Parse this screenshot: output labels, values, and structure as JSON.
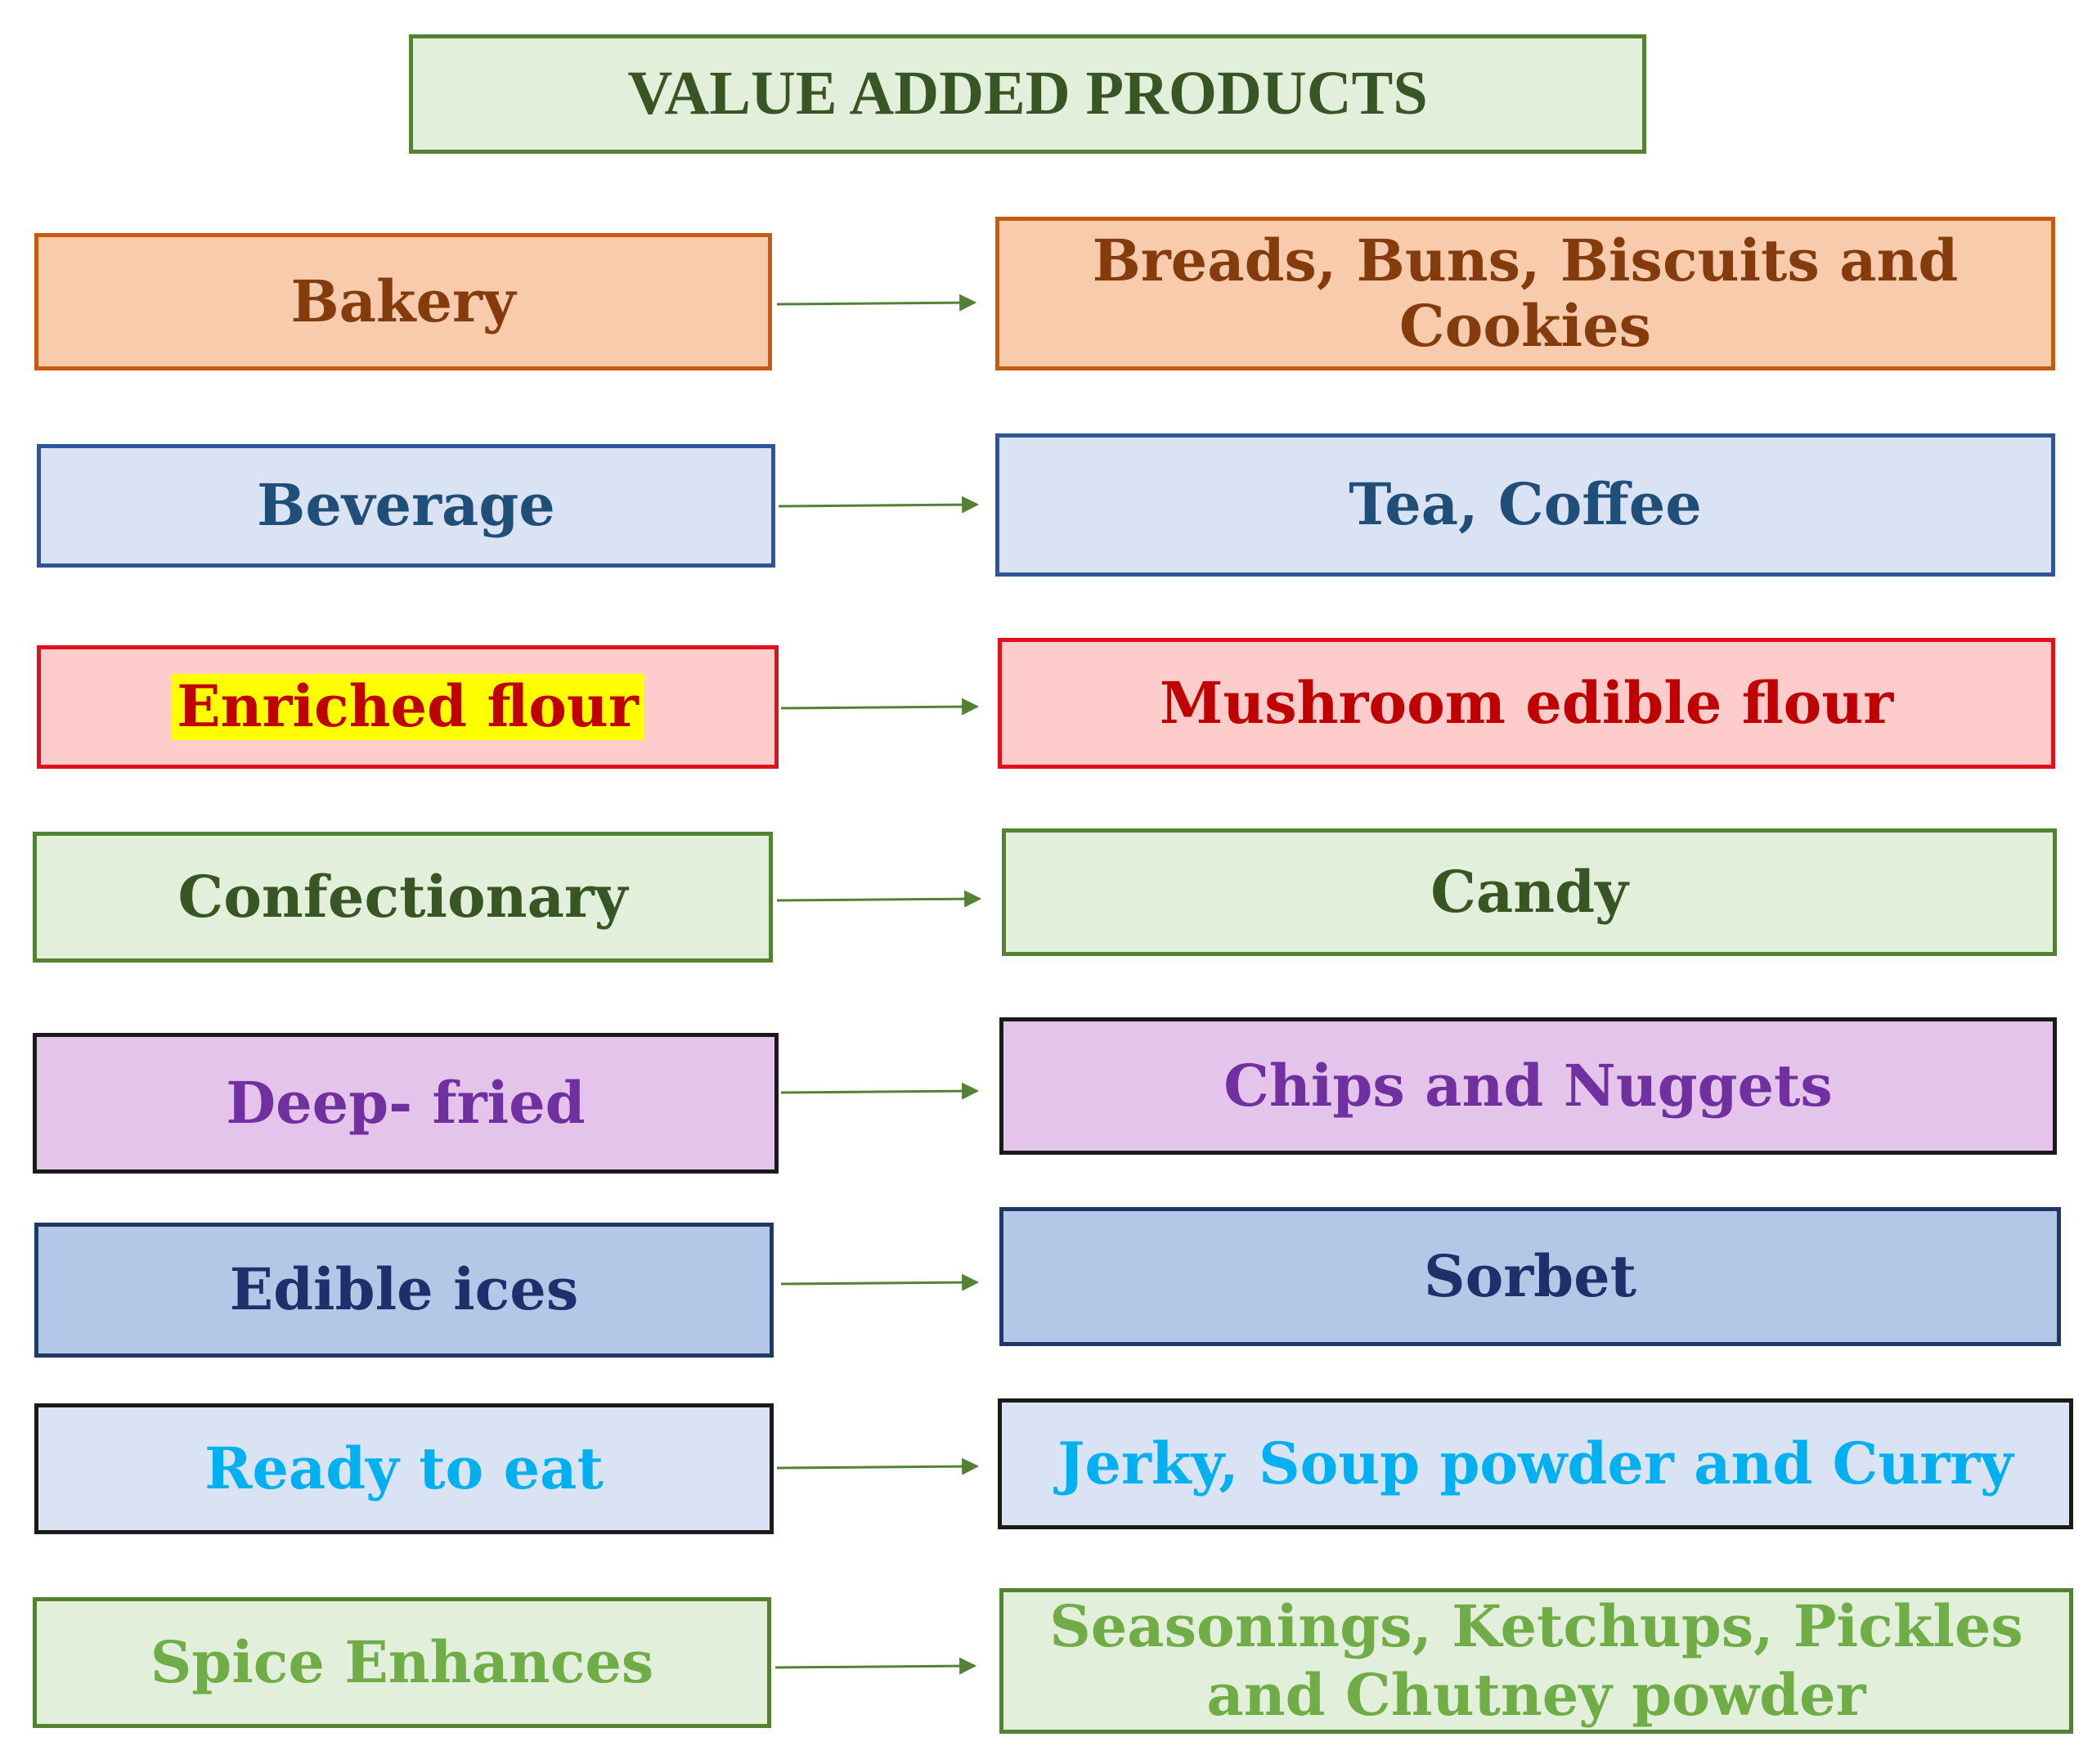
{
  "title": "VALUE ADDED PRODUCTS",
  "rows": [
    {
      "category": "Bakery",
      "products": "Breads, Buns, Biscuits  and Cookies",
      "fill": "#f8cbad",
      "border": "#c55a11",
      "text": "#843c0c"
    },
    {
      "category": "Beverage",
      "products": "Tea, Coffee",
      "fill": "#dae3f3",
      "border": "#2f5597",
      "text": "#1f4e79"
    },
    {
      "category": "Enriched flour",
      "products": "Mushroom edible flour",
      "fill": "#ffcccc",
      "border": "#e0101c",
      "text": "#c00000",
      "highlight": "#ffff00"
    },
    {
      "category": "Confectionary",
      "products": "Candy",
      "fill": "#e2efda",
      "border": "#548235",
      "text": "#375623"
    },
    {
      "category": "Deep- fried",
      "products": "Chips and Nuggets",
      "fill": "#e4c4ea",
      "border": "#1a1a1a",
      "text": "#7030a0"
    },
    {
      "category": "Edible ices",
      "products": "Sorbet",
      "fill": "#b4c7e7",
      "border": "#1f3864",
      "text": "#1f2f6b"
    },
    {
      "category": "Ready to eat",
      "products": "Jerky, Soup powder and Curry",
      "fill": "#dae3f3",
      "border": "#1a1a1a",
      "text": "#00b0f0"
    },
    {
      "category": "Spice Enhances",
      "products": "Seasonings, Ketchups, Pickles and Chutney powder",
      "fill": "#e2efda",
      "border": "#548235",
      "text": "#70ad47"
    }
  ],
  "arrow_color": "#548235"
}
